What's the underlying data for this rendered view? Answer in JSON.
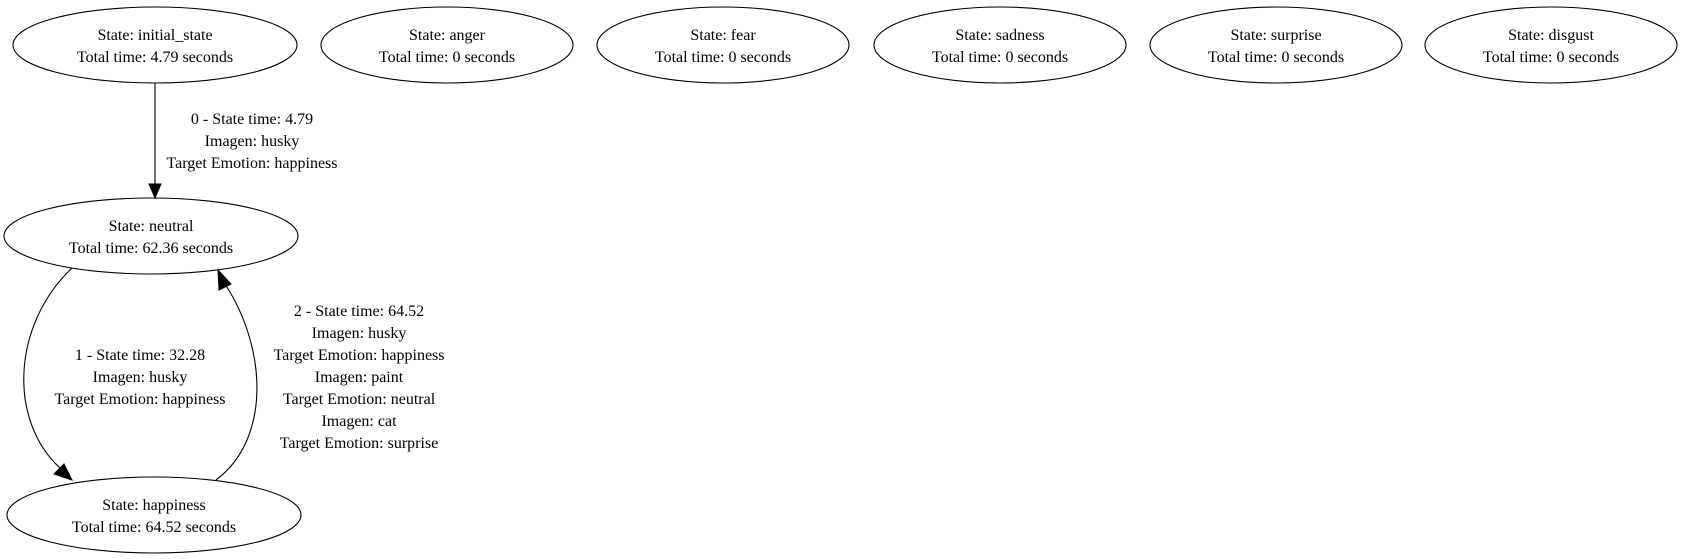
{
  "nodes": {
    "initial_state": {
      "line1": "State: initial_state",
      "line2": "Total time: 4.79 seconds"
    },
    "anger": {
      "line1": "State: anger",
      "line2": "Total time: 0 seconds"
    },
    "fear": {
      "line1": "State: fear",
      "line2": "Total time: 0 seconds"
    },
    "sadness": {
      "line1": "State: sadness",
      "line2": "Total time: 0 seconds"
    },
    "surprise": {
      "line1": "State: surprise",
      "line2": "Total time: 0 seconds"
    },
    "disgust": {
      "line1": "State: disgust",
      "line2": "Total time: 0 seconds"
    },
    "neutral": {
      "line1": "State: neutral",
      "line2": "Total time: 62.36 seconds"
    },
    "happiness": {
      "line1": "State: happiness",
      "line2": "Total time: 64.52 seconds"
    }
  },
  "edges": {
    "e0": {
      "from": "initial_state",
      "to": "neutral",
      "lines": [
        "0 - State time: 4.79",
        "Imagen: husky",
        "Target Emotion: happiness"
      ]
    },
    "e1": {
      "from": "neutral",
      "to": "happiness",
      "lines": [
        "1 - State time: 32.28",
        "Imagen: husky",
        "Target Emotion: happiness"
      ]
    },
    "e2": {
      "from": "happiness",
      "to": "neutral",
      "lines": [
        "2 - State time: 64.52",
        "Imagen: husky",
        "Target Emotion: happiness",
        "Imagen: paint",
        "Target Emotion: neutral",
        "Imagen: cat",
        "Target Emotion: surprise"
      ]
    }
  }
}
